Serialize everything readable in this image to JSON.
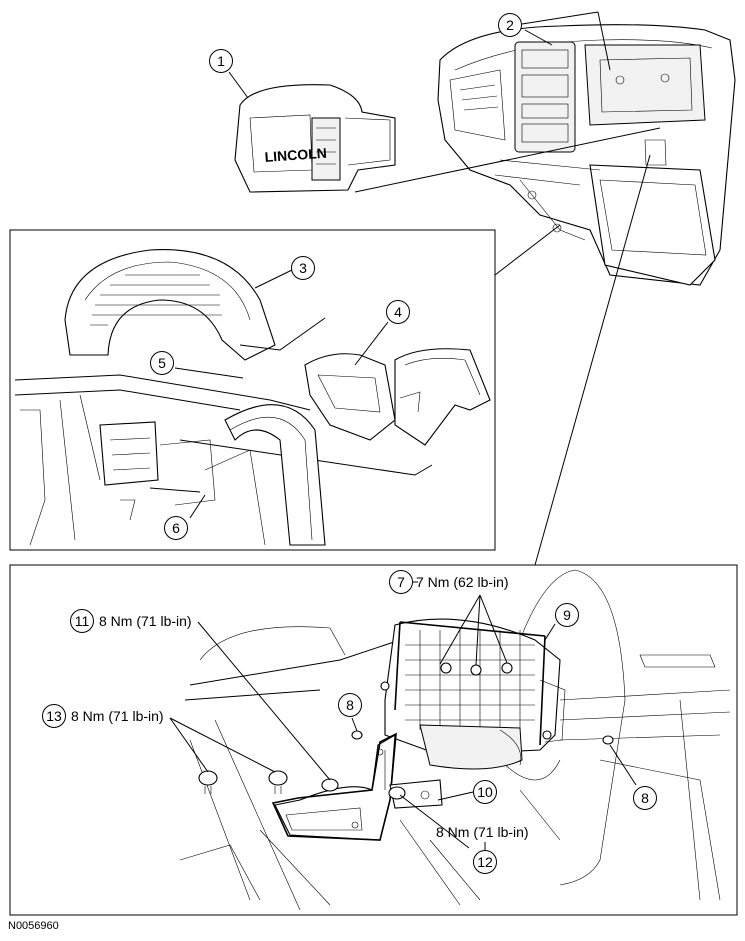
{
  "figure_id": "N0056960",
  "callouts": {
    "c1": "1",
    "c2": "2",
    "c3": "3",
    "c4": "4",
    "c5": "5",
    "c6": "6",
    "c7": "7",
    "c8a": "8",
    "c8b": "8",
    "c9": "9",
    "c10": "10",
    "c11": "11",
    "c12": "12",
    "c13": "13"
  },
  "torque": {
    "t7": "7 Nm (62 lb-in)",
    "t11": "8 Nm (71 lb-in)",
    "t12": "8 Nm (71 lb-in)",
    "t13": "8 Nm (71 lb-in)"
  },
  "part_markings": {
    "bezel_badge": "LINCOLN"
  }
}
